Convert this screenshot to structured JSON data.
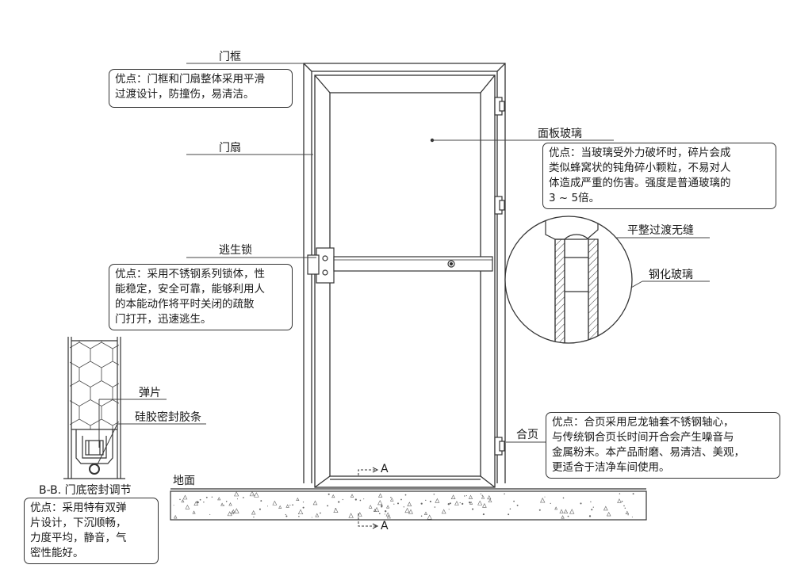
{
  "labels": {
    "frame": "门框",
    "leaf": "门扇",
    "lock": "逃生锁",
    "glass_panel": "面板玻璃",
    "seamless": "平整过渡无缝",
    "tempered_glass": "钢化玻璃",
    "spring": "弹片",
    "silicone_strip": "硅胶密封胶条",
    "section": "B-B. 门底密封调节",
    "ground": "地面",
    "hinge": "合页",
    "section_a_top": "A",
    "section_a_bottom": "A"
  },
  "notes": {
    "frame": [
      "优点：门框和门扇整体采用平滑",
      "过渡设计，防撞伤，易清洁。"
    ],
    "glass": [
      "优点：当玻璃受外力破坏时，碎片会成",
      "类似蜂窝状的钝角碎小颗粒，不易对人",
      "体造成严重的伤害。强度是普通玻璃的",
      "3 ~ 5倍。"
    ],
    "lock": [
      "优点：采用不锈钢系列锁体，性",
      "能稳定，安全可靠，能够利用人",
      "的本能动作将平时关闭的疏散",
      "门打开，迅速逃生。"
    ],
    "hinge": [
      "优点：合页采用尼龙轴套不锈钢轴心，",
      "与传统钢合页长时间开合会产生噪音与",
      "金属粉末。本产品耐磨、易清洁、美观，",
      "更适合于洁净车间使用。"
    ],
    "seal": [
      "优点：采用特有双弹",
      "片设计，下沉顺畅，",
      "力度平均，静音，气",
      "密性能好。"
    ]
  },
  "colors": {
    "line": "#333333",
    "box_border": "#333333",
    "background": "#ffffff"
  }
}
